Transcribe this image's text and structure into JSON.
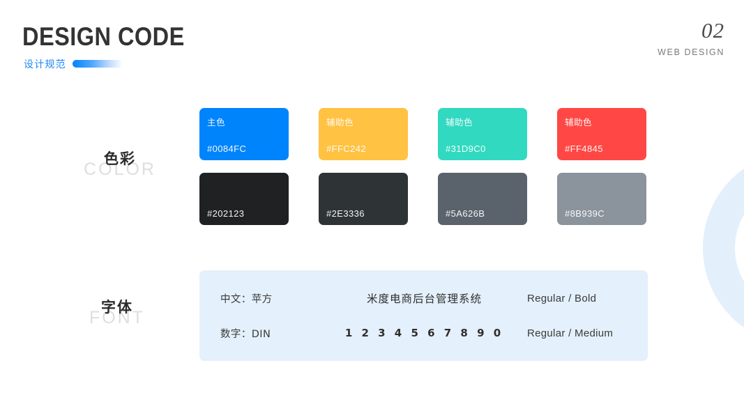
{
  "header": {
    "title": "DESIGN CODE",
    "subtitle": "设计规范",
    "gradient_bar": {
      "from": "#0084FC",
      "to": "#FFFFFF"
    }
  },
  "page_marker": {
    "number": "02",
    "kicker": "WEB  DESIGN"
  },
  "sections": {
    "color": {
      "cn": "色彩",
      "en": "COLOR"
    },
    "font": {
      "cn": "字体",
      "en": "FONT"
    }
  },
  "colors": {
    "row_primary": [
      {
        "label": "主色",
        "hex": "#0084FC"
      },
      {
        "label": "辅助色",
        "hex": "#FFC242"
      },
      {
        "label": "辅助色",
        "hex": "#31D9C0"
      },
      {
        "label": "辅助色",
        "hex": "#FF4845"
      }
    ],
    "row_neutral": [
      {
        "label": "",
        "hex": "#202123"
      },
      {
        "label": "",
        "hex": "#2E3336"
      },
      {
        "label": "",
        "hex": "#5A626B"
      },
      {
        "label": "",
        "hex": "#8B939C"
      }
    ]
  },
  "font_panel": {
    "background": "#E4F0FB",
    "rows": [
      {
        "name": "中文：苹方",
        "sample": "米度电商后台管理系统",
        "weights": "Regular / Bold"
      },
      {
        "name": "数字：DIN",
        "sample": "1 2 3 4 5 6 7 8 9 0",
        "weights": "Regular / Medium"
      }
    ]
  },
  "decoration": {
    "ring_color": "#E3F0FB"
  }
}
